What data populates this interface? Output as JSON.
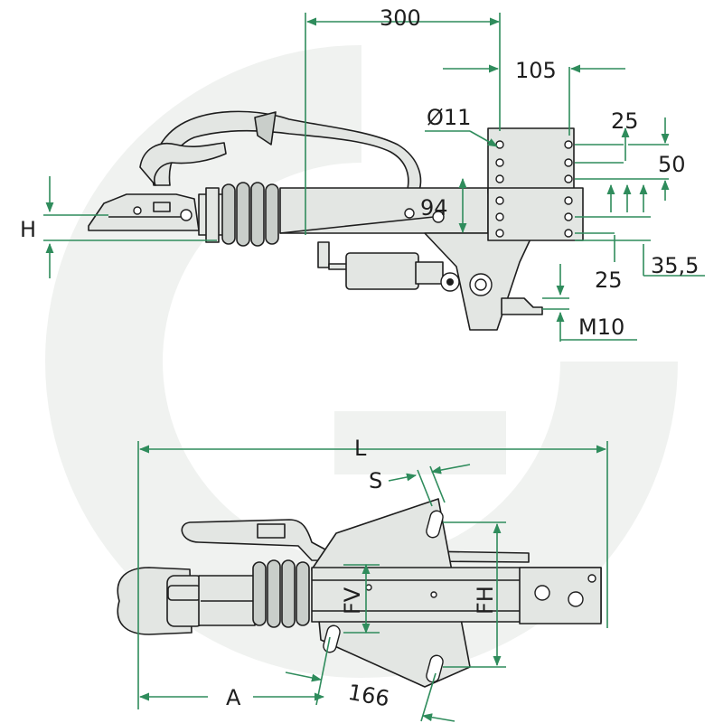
{
  "colors": {
    "dimension_line": "#2f8c5c",
    "part_fill": "#e3e6e3",
    "part_outline": "#1e1e1e",
    "watermark": "#eef1ee"
  },
  "side_view": {
    "dim_length": "300",
    "dim_hole_spacing": "105",
    "dim_hole_diameter": "Ø11",
    "dim_top_edge": "25",
    "dim_vertical_hole": "50",
    "dim_bottom_edge": "25",
    "dim_offset": "35,5",
    "dim_height_h": "H",
    "dim_bolt": "M10",
    "dim_center": "94"
  },
  "top_view": {
    "dim_total_length": "L",
    "dim_slot": "S",
    "dim_a": "A",
    "dim_angle_offset": "166",
    "dim_fv": "FV",
    "dim_fh": "FH"
  }
}
